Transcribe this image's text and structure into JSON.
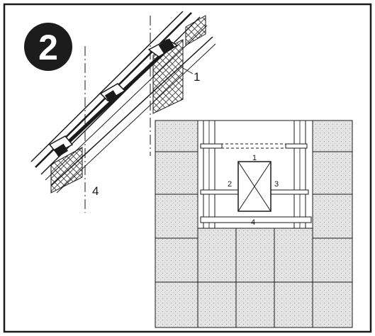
{
  "step": {
    "number": "2"
  },
  "section_view": {
    "label_top": "1",
    "label_bottom": "4"
  },
  "plan_view": {
    "label_1": "1",
    "label_2": "2",
    "label_3": "3",
    "label_4": "4"
  },
  "colors": {
    "ink": "#1a1a1a",
    "badge": "#1c1c1c",
    "tile_fill": "#e2e2e2",
    "paper": "#ffffff"
  }
}
